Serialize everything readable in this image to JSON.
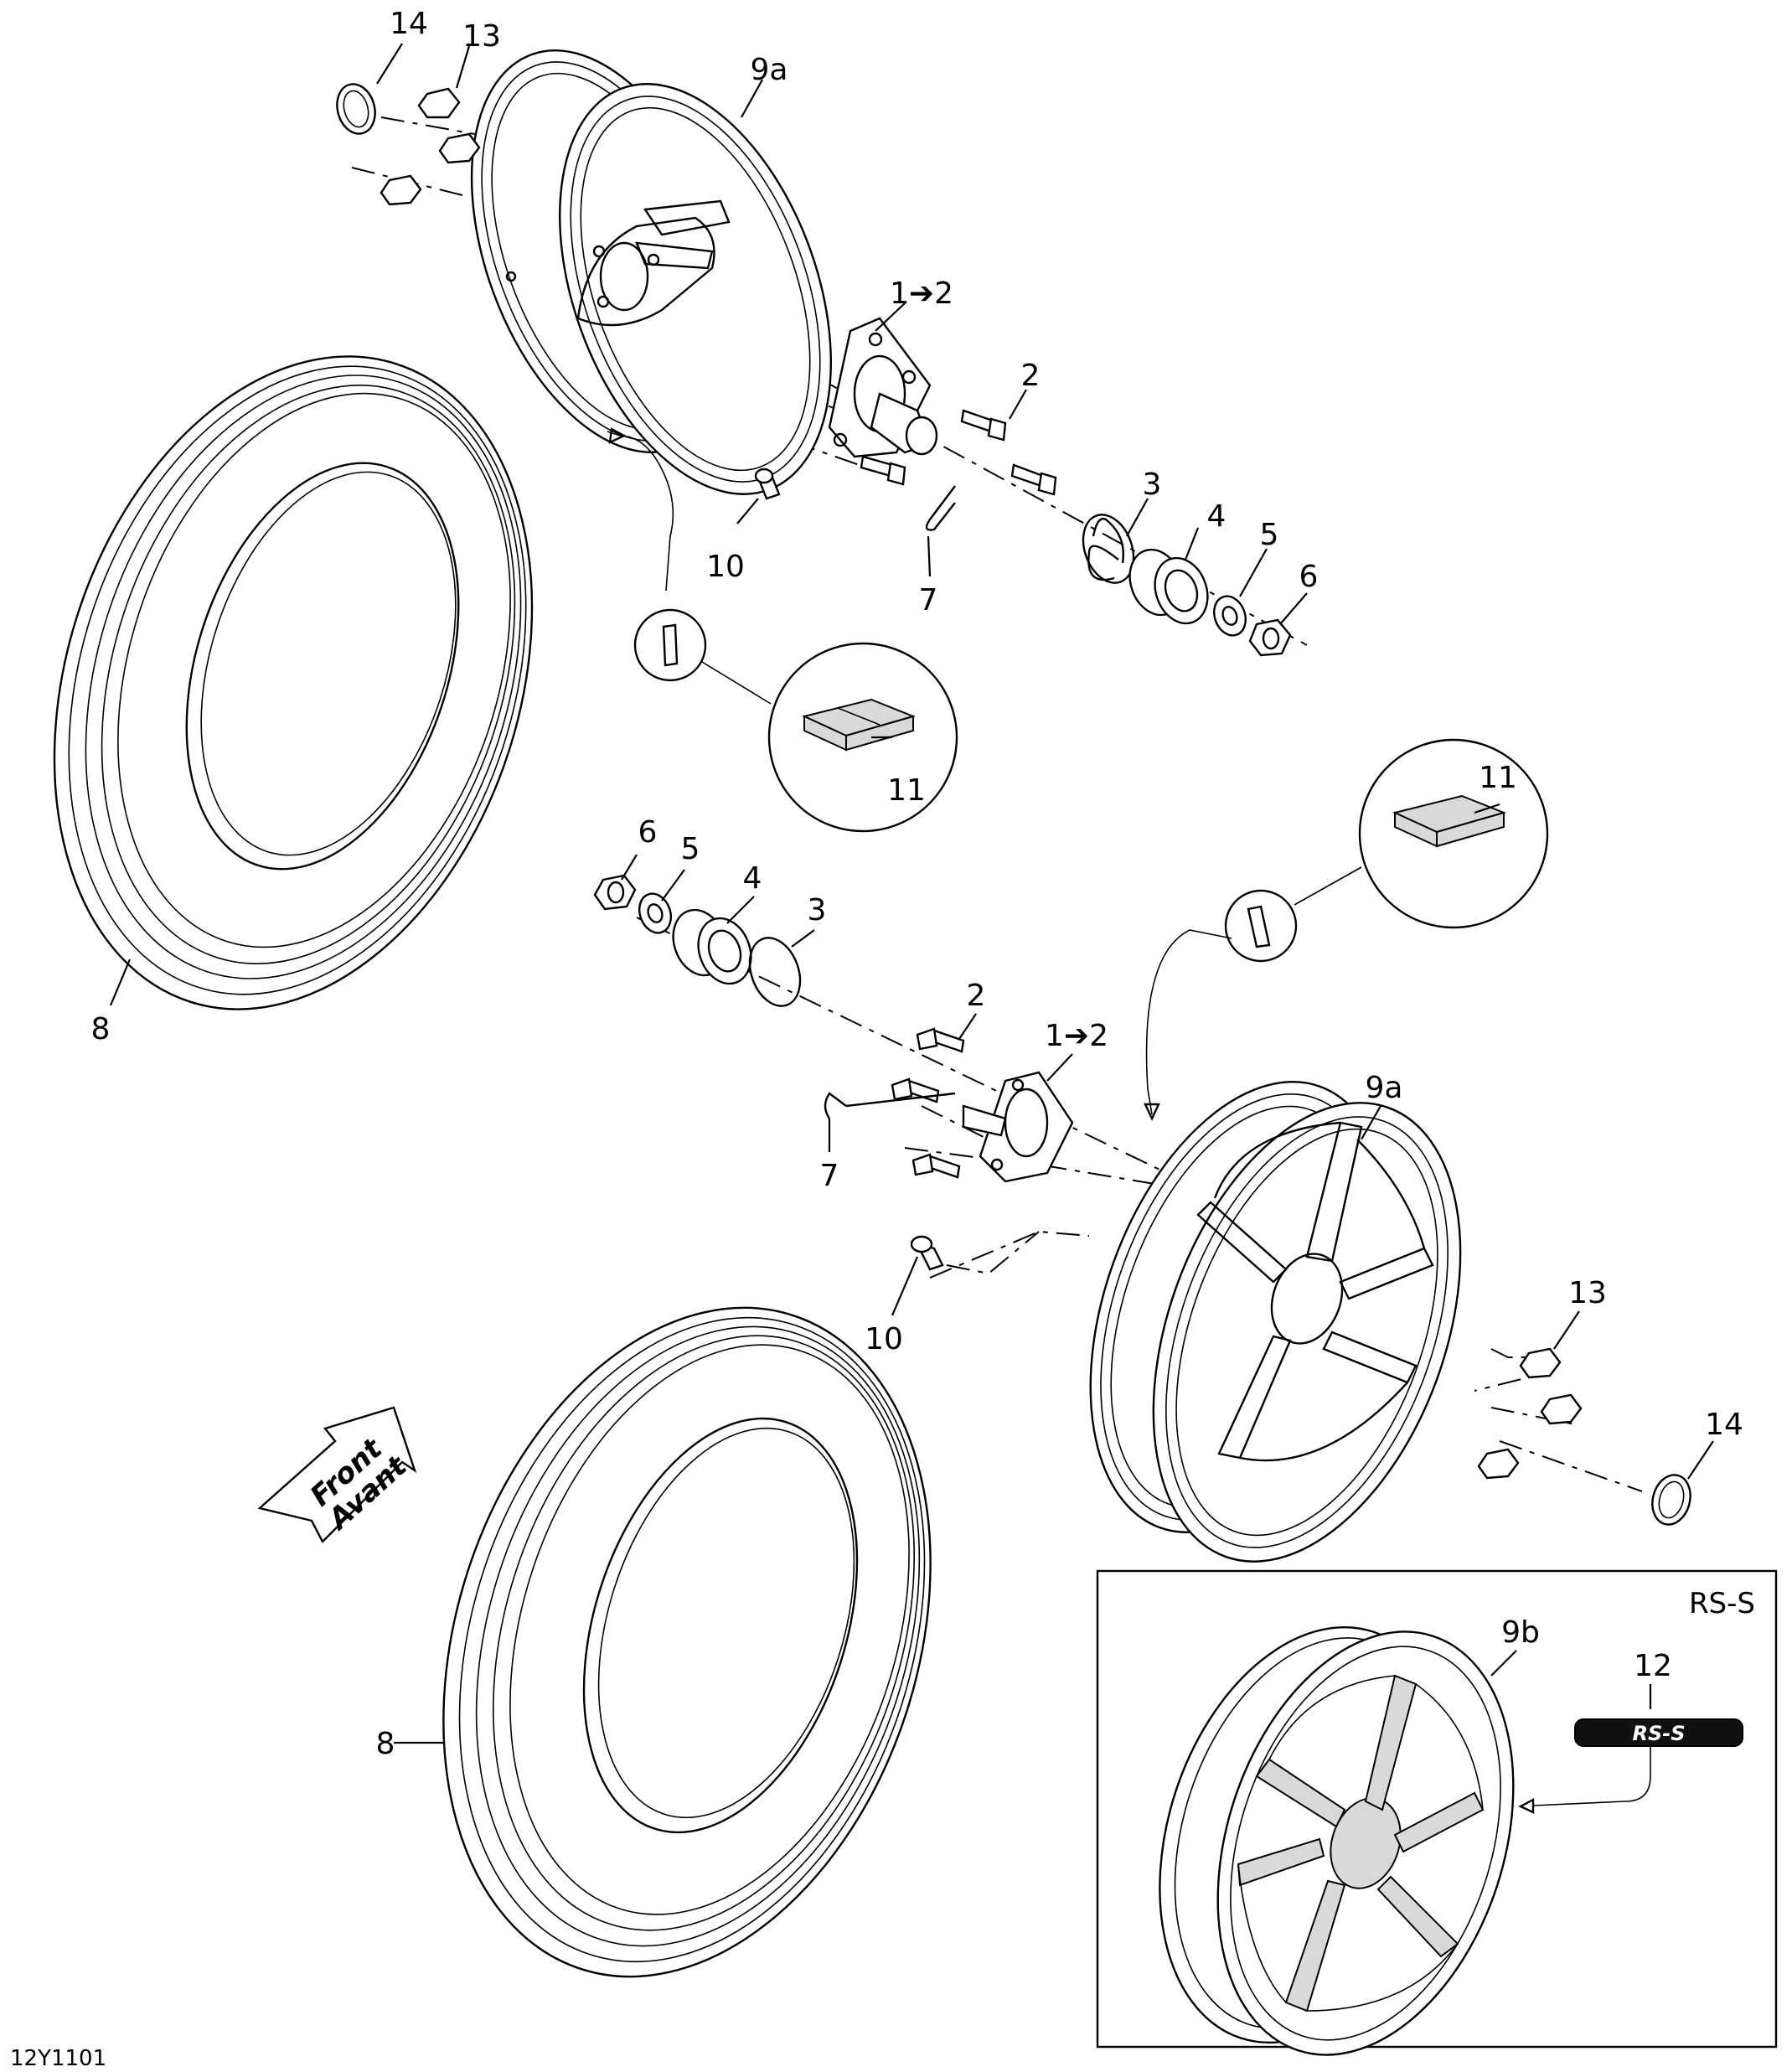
{
  "callouts": {
    "c1": "14",
    "c2": "13",
    "c3": "9a",
    "c4": "1➔2",
    "c5": "2",
    "c6": "3",
    "c7": "4",
    "c8": "5",
    "c9": "6",
    "c10": "10",
    "c11": "7",
    "c12": "11",
    "c13": "8",
    "c14": "6",
    "c15": "5",
    "c16": "4",
    "c17": "3",
    "c18": "2",
    "c19": "1➔2",
    "c20": "11",
    "c21": "9a",
    "c22": "7",
    "c23": "10",
    "c24": "13",
    "c25": "14",
    "c26": "8",
    "c27": "9b",
    "c28": "12"
  },
  "front_arrow": {
    "line1": "Front",
    "line2": "Avant"
  },
  "inset": {
    "variant": "RS-S",
    "emblem": "RS-S"
  },
  "drawing_code": "12Y1101"
}
